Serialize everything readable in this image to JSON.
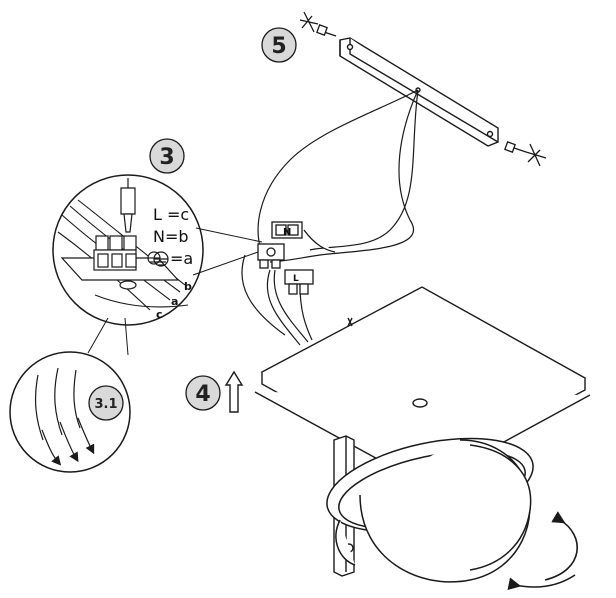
{
  "steps": {
    "step3": "3",
    "step31": "3.1",
    "step4": "4",
    "step5": "5"
  },
  "wiring": {
    "l": "L =c",
    "n": "N=b",
    "earth": "=a",
    "cable_c": "c",
    "cable_a": "a",
    "cable_b": "b"
  },
  "terminal_labels": {
    "n": "N",
    "l": "L"
  },
  "colors": {
    "line": "#1a1a1a",
    "badge_fill": "#d9d9d9"
  }
}
